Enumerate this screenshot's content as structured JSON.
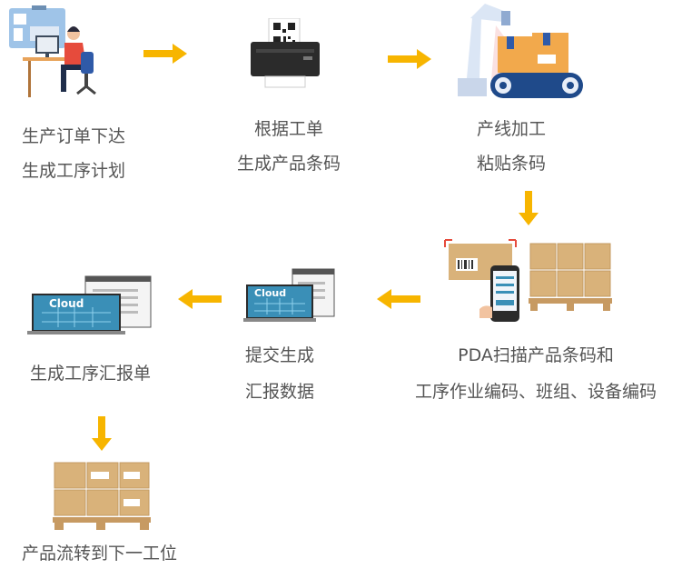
{
  "steps": [
    {
      "line1": "生产订单下达",
      "line2": "生成工序计划"
    },
    {
      "line1": "根据工单",
      "line2": "生成产品条码"
    },
    {
      "line1": "产线加工",
      "line2": "粘贴条码"
    },
    {
      "line1": "PDA扫描产品条码和",
      "line2": "工序作业编码、班组、设备编码"
    },
    {
      "line1": "提交生成",
      "line2": "汇报数据"
    },
    {
      "line1": "生成工序汇报单"
    },
    {
      "line1": "产品流转到下一工位"
    }
  ],
  "cloud_label": "Cloud",
  "colors": {
    "arrow": "#f7b500",
    "text": "#555555",
    "box": "#d9b27a",
    "screen": "#3a8fb7"
  }
}
